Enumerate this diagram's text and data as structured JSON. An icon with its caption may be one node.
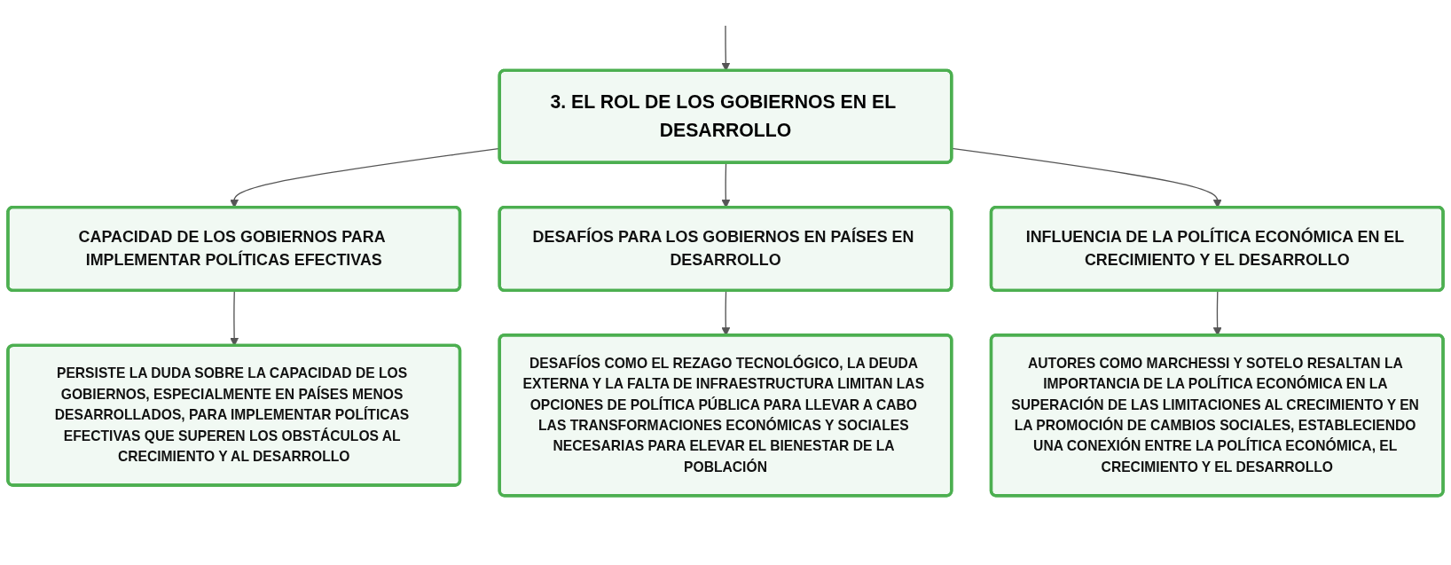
{
  "diagram": {
    "nodes": [
      {
        "text": [
          "3. EL ROL DE LOS GOBIERNOS EN EL DESARROLLO"
        ]
      },
      {
        "text": [
          "CAPACIDAD DE LOS GOBIERNOS PARA IMPLEMENTAR POLÍTICAS EFECTIVAS"
        ]
      },
      {
        "text": [
          "DESAFÍOS PARA LOS GOBIERNOS EN PAÍSES EN DESARROLLO"
        ]
      },
      {
        "text": [
          "INFLUENCIA DE LA POLÍTICA ECONÓMICA EN EL CRECIMIENTO Y EL DESARROLLO"
        ]
      },
      {
        "text": [
          "PERSISTE LA DUDA SOBRE LA CAPACIDAD DE LOS GOBIERNOS, ESPECIALMENTE EN PAÍSES MENOS DESARROLLADOS, PARA IMPLEMENTAR POLÍTICAS EFECTIVAS QUE SUPEREN LOS OBSTÁCULOS AL CRECIMIENTO Y AL DESARROLLO"
        ]
      },
      {
        "text": [
          "DESAFÍOS COMO EL REZAGO TECNOLÓGICO, LA DEUDA EXTERNA Y LA FALTA DE INFRAESTRUCTURA LIMITAN LAS OPCIONES DE POLÍTICA PÚBLICA PARA LLEVAR A CABO LAS TRANSFORMACIONES ECONÓMICAS Y SOCIALES NECESARIAS PARA ELEVAR EL BIENESTAR DE LA POBLACIÓN"
        ]
      },
      {
        "text": [
          "AUTORES COMO MARCHESSI Y SOTELO RESALTAN LA IMPORTANCIA DE LA POLÍTICA ECONÓMICA EN LA SUPERACIÓN DE LAS LIMITACIONES AL CRECIMIENTO Y EN LA PROMOCIÓN DE CAMBIOS SOCIALES, ESTABLECIENDO UNA CONEXIÓN ENTRE LA POLÍTICA ECONÓMICA, EL CRECIMIENTO Y EL DESARROLLO"
        ]
      }
    ],
    "edges": [
      {
        "from": null,
        "to": 0,
        "arrow": "to"
      },
      {
        "from": 0,
        "to": 1,
        "arrow": "to"
      },
      {
        "from": 0,
        "to": 2,
        "arrow": "to"
      },
      {
        "from": 0,
        "to": 3,
        "arrow": "to"
      },
      {
        "from": 1,
        "to": 4,
        "arrow": "to"
      },
      {
        "from": 2,
        "to": 5,
        "arrow": "to"
      },
      {
        "from": 3,
        "to": 6,
        "arrow": "to"
      }
    ]
  }
}
